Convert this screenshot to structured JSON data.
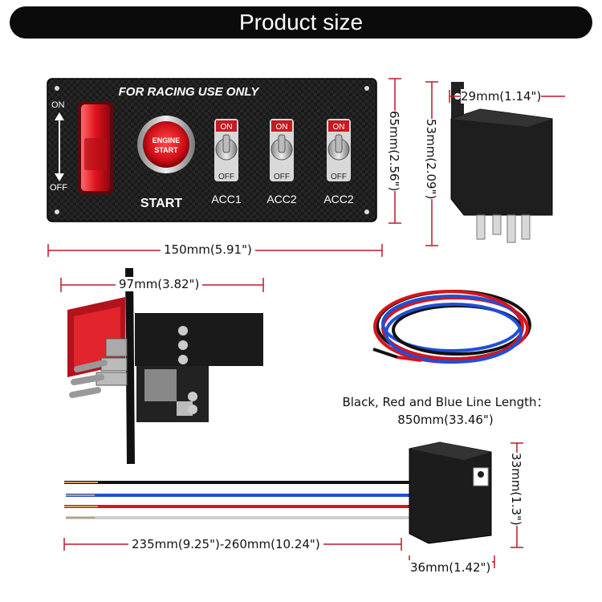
{
  "banner": {
    "title": "Product size"
  },
  "panel": {
    "heading": "FOR RACING USE ONLY",
    "rocker_on": "ON",
    "rocker_off": "OFF",
    "button_line1": "ENGINE",
    "button_line2": "START",
    "start_label": "START",
    "toggles": [
      {
        "label": "ACC1",
        "on": "ON",
        "off": "OFF"
      },
      {
        "label": "ACC2",
        "on": "ON",
        "off": "OFF"
      },
      {
        "label": "ACC2",
        "on": "ON",
        "off": "OFF"
      }
    ]
  },
  "dimensions": {
    "panel_height": "65mm(2.56\")",
    "panel_width": "150mm(5.91\")",
    "relay_width": "29mm(1.14\")",
    "relay_height": "53mm(2.09\")",
    "side_depth": "97mm(3.82\")",
    "socket_height": "33mm(1.3\")",
    "lead_length": "235mm(9.25\")-260mm(10.24\")",
    "socket_width": "36mm(1.42\")"
  },
  "wires": {
    "caption_line1": "Black, Red and Blue Line Length：",
    "caption_line2": "850mm(33.46\")"
  },
  "colors": {
    "banner_bg": "#0b0b0b",
    "carbon": "#1c1c1c",
    "red": "#d9141c",
    "blue": "#1e4fd8",
    "dim_line": "#c0182a"
  }
}
